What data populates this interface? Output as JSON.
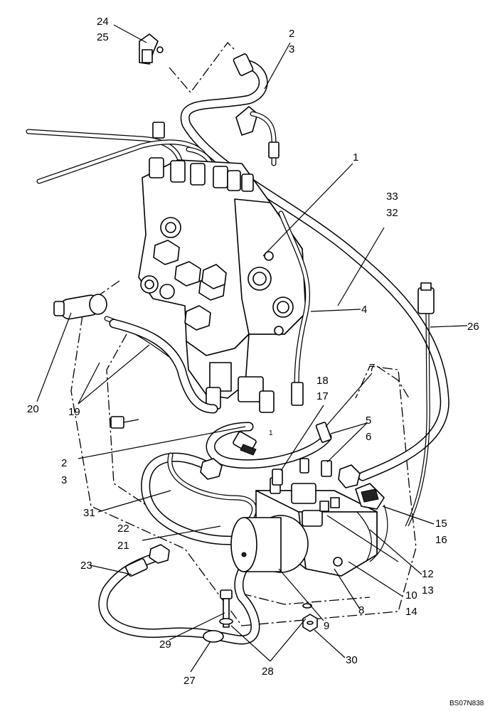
{
  "callouts": [
    {
      "id": "c-24",
      "text": "24"
    },
    {
      "id": "c-25",
      "text": "25"
    },
    {
      "id": "c-2a",
      "text": "2"
    },
    {
      "id": "c-3a",
      "text": "3"
    },
    {
      "id": "c-1",
      "text": "1"
    },
    {
      "id": "c-33",
      "text": "33"
    },
    {
      "id": "c-32",
      "text": "32"
    },
    {
      "id": "c-4",
      "text": "4"
    },
    {
      "id": "c-26",
      "text": "26"
    },
    {
      "id": "c-20",
      "text": "20"
    },
    {
      "id": "c-19",
      "text": "19"
    },
    {
      "id": "c-7",
      "text": "7"
    },
    {
      "id": "c-18",
      "text": "18"
    },
    {
      "id": "c-17",
      "text": "17"
    },
    {
      "id": "c-5",
      "text": "5"
    },
    {
      "id": "c-6",
      "text": "6"
    },
    {
      "id": "c-2b",
      "text": "2"
    },
    {
      "id": "c-3b",
      "text": "3"
    },
    {
      "id": "c-31",
      "text": "31"
    },
    {
      "id": "c-22",
      "text": "22"
    },
    {
      "id": "c-21",
      "text": "21"
    },
    {
      "id": "c-15",
      "text": "15"
    },
    {
      "id": "c-16",
      "text": "16"
    },
    {
      "id": "c-23",
      "text": "23"
    },
    {
      "id": "c-12",
      "text": "12"
    },
    {
      "id": "c-13",
      "text": "13"
    },
    {
      "id": "c-10",
      "text": "10"
    },
    {
      "id": "c-14",
      "text": "14"
    },
    {
      "id": "c-8",
      "text": "8"
    },
    {
      "id": "c-9",
      "text": "9"
    },
    {
      "id": "c-29",
      "text": "29"
    },
    {
      "id": "c-30",
      "text": "30"
    },
    {
      "id": "c-28",
      "text": "28"
    },
    {
      "id": "c-27",
      "text": "27"
    }
  ],
  "inline_labels": {
    "valve_ref": "1"
  },
  "drawing_number": "BS07N838"
}
